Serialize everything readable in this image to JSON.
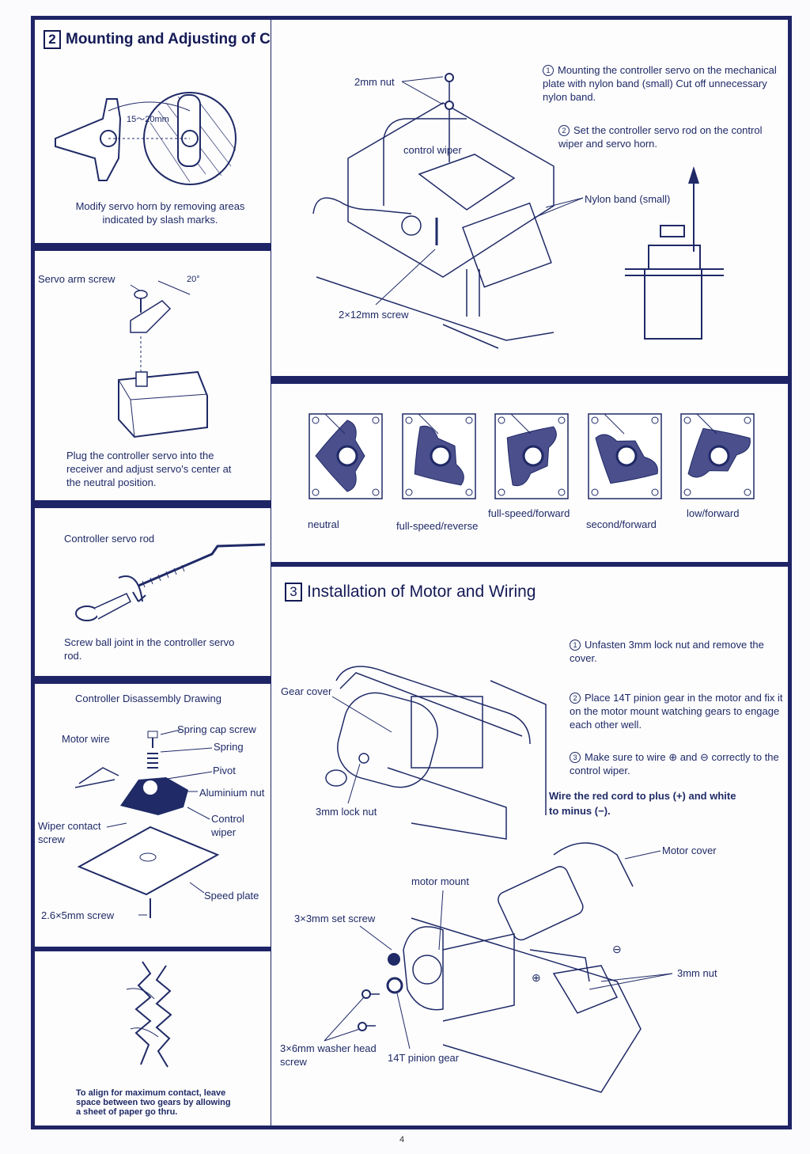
{
  "section2": {
    "number": "2",
    "title": "Mounting and Adjusting of Controller Servo",
    "horn_caption": "Modify servo horn by removing areas indicated by slash marks.",
    "horn_dimension": "15～20mm",
    "servo_arm_screw": "Servo arm screw",
    "angle": "20°",
    "plug_caption": "Plug the controller servo into the receiver and adjust servo's center at the neutral position.",
    "rod_title": "Controller servo rod",
    "rod_caption": "Screw ball joint in the controller servo rod.",
    "disassembly": {
      "title": "Controller Disassembly Drawing",
      "labels": [
        "Spring cap screw",
        "Spring",
        "Pivot",
        "Aluminium nut",
        "Control wiper",
        "Speed plate",
        "2.6×5mm screw",
        "Motor wire",
        "Wiper contact screw"
      ]
    },
    "gear_caption": "To align for maximum contact, leave space between two gears by allowing a sheet of paper go thru.",
    "mount_labels": {
      "nut": "2mm nut",
      "control_wiper": "control wiper",
      "screw": "2×12mm screw",
      "nylon_band": "Nylon band (small)"
    },
    "steps": [
      {
        "num": "1",
        "text": "Mounting the controller servo on the mechanical plate with nylon band (small) Cut off unnecessary nylon band."
      },
      {
        "num": "2",
        "text": "Set the controller servo rod on the control wiper and servo horn."
      }
    ],
    "positions": [
      "neutral",
      "full-speed/reverse",
      "full-speed/forward",
      "second/forward",
      "low/forward"
    ]
  },
  "section3": {
    "number": "3",
    "title": "Installation of Motor and Wiring",
    "steps": [
      {
        "num": "1",
        "text": "Unfasten 3mm lock nut and remove the cover."
      },
      {
        "num": "2",
        "text": "Place 14T pinion gear in the motor and fix it on the motor mount watching gears to engage each other well."
      },
      {
        "num": "3",
        "text": "Make sure to wire ⊕ and ⊖ correctly to the control wiper."
      }
    ],
    "wire_note": "Wire the red cord to plus (+) and white to minus (−).",
    "labels": {
      "gear_cover": "Gear cover",
      "lock_nut": "3mm lock nut",
      "motor_cover": "Motor cover",
      "motor_mount": "motor mount",
      "set_screw": "3×3mm set screw",
      "nut": "3mm nut",
      "washer_screw": "3×6mm washer head screw",
      "pinion": "14T pinion gear"
    }
  },
  "page_number": "4"
}
